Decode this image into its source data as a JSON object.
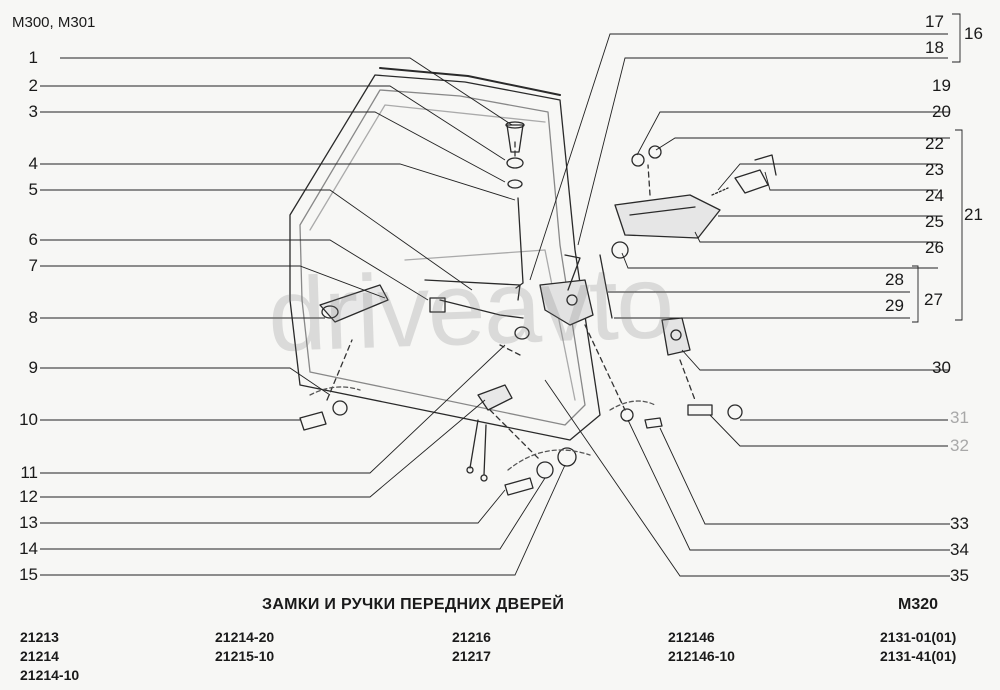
{
  "header": {
    "model_codes": "M300, M301"
  },
  "watermark": "driveavto",
  "callouts_left": [
    "1",
    "2",
    "3",
    "4",
    "5",
    "6",
    "7",
    "8",
    "9",
    "10",
    "11",
    "12",
    "13",
    "14",
    "15"
  ],
  "callouts_right": [
    "17",
    "18",
    "19",
    "20",
    "22",
    "23",
    "24",
    "25",
    "26",
    "28",
    "29",
    "30",
    "31",
    "32",
    "33",
    "34",
    "35"
  ],
  "group_labels": [
    "16",
    "21",
    "27"
  ],
  "footer": {
    "title": "ЗАМКИ И РУЧКИ ПЕРЕДНИХ ДВЕРЕЙ",
    "sheet_code": "M320",
    "models": [
      [
        "21213",
        "21214",
        "21214-10"
      ],
      [
        "21214-20",
        "21215-10"
      ],
      [
        "21216",
        "21217"
      ],
      [
        "212146",
        "212146-10"
      ],
      [
        "2131-01(01)",
        "2131-41(01)"
      ]
    ]
  }
}
